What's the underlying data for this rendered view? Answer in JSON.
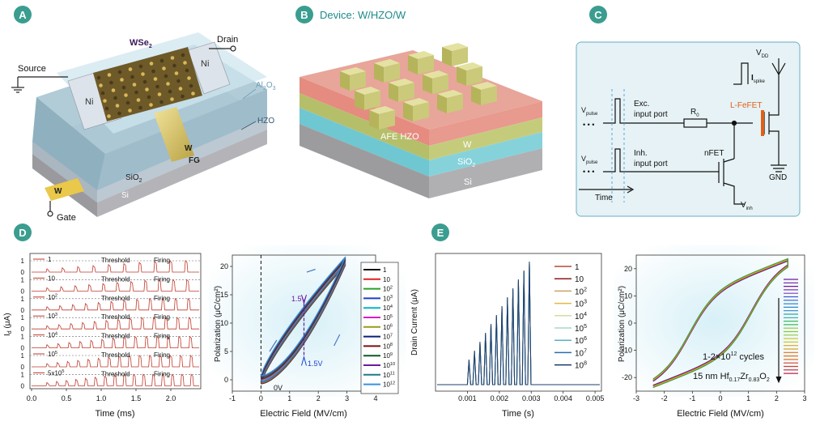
{
  "panels": {
    "a": {
      "badge": "A",
      "labels": {
        "wse2_base": "WSe",
        "wse2_sub": "2",
        "drain": "Drain",
        "source": "Source",
        "ni_left": "Ni",
        "ni_right": "Ni",
        "al2o3_base": "Al",
        "al2o3_sub1": "2",
        "al2o3_mid": "O",
        "al2o3_sub2": "3",
        "hzo": "HZO",
        "w_fg_top": "W",
        "w_fg_bottom": "FG",
        "w_gate": "W",
        "gate": "Gate",
        "sio2_base": "SiO",
        "sio2_sub": "2",
        "si": "Si"
      }
    },
    "b": {
      "badge": "B",
      "title": "Device: W/HZO/W",
      "layers": {
        "afe": "AFE HZO",
        "w": "W",
        "sio2_base": "SiO",
        "sio2_sub": "2",
        "si": "Si"
      }
    },
    "c": {
      "badge": "C",
      "labels": {
        "vdd_base": "V",
        "vdd_sub": "DD",
        "ispike_base": "I",
        "ispike_sub": "spike",
        "lfefet": "L-FeFET",
        "r0_base": "R",
        "r0_sub": "0",
        "vpulse1_base": "V",
        "vpulse1_sub": "pulse",
        "exc_line1": "Exc.",
        "exc_line2": "input port",
        "vpulse2_base": "V",
        "vpulse2_sub": "pulse",
        "inh_line1": "Inh.",
        "inh_line2": "input port",
        "nfet": "nFET",
        "gnd": "GND",
        "vinh_base": "V",
        "vinh_sub": "inh",
        "time": "Time",
        "dots": "• • •"
      }
    },
    "d": {
      "badge": "D",
      "stack": {
        "ylabel_base": "I",
        "ylabel_sub": "d",
        "ylabel_unit": " (μA)",
        "xlabel": "Time (ms)",
        "xticks": [
          "0.0",
          "0.5",
          "1.0",
          "1.5",
          "2.0"
        ],
        "ytick_one": "1",
        "ytick_zero": "0",
        "threshold": "Threshold",
        "firing": "Firing",
        "rows": [
          {
            "base": "1",
            "sup": ""
          },
          {
            "base": "10",
            "sup": ""
          },
          {
            "base": "10",
            "sup": "2"
          },
          {
            "base": "10",
            "sup": "3"
          },
          {
            "base": "10",
            "sup": "4"
          },
          {
            "base": "10",
            "sup": "5"
          },
          {
            "base": "5x10",
            "sup": "5"
          }
        ]
      },
      "loop": {
        "xlabel": "Electric Field (MV/cm)",
        "ylabel": "Polarization (μC/cm²)",
        "xticks": [
          "-1",
          "0",
          "1",
          "2",
          "3",
          "4"
        ],
        "yticks": [
          "0",
          "5",
          "10",
          "15",
          "20"
        ],
        "ann_15_top": "1.5V",
        "ann_15_bot": "1.5V",
        "ann_0v": "0V",
        "legend": [
          {
            "base": "1",
            "sup": "",
            "color": "#111111"
          },
          {
            "base": "10",
            "sup": "",
            "color": "#e02020"
          },
          {
            "base": "10",
            "sup": "2",
            "color": "#2aa02a"
          },
          {
            "base": "10",
            "sup": "3",
            "color": "#1a3fd0"
          },
          {
            "base": "10",
            "sup": "4",
            "color": "#00b7c8"
          },
          {
            "base": "10",
            "sup": "5",
            "color": "#d21fc8"
          },
          {
            "base": "10",
            "sup": "6",
            "color": "#9a9a1a"
          },
          {
            "base": "10",
            "sup": "7",
            "color": "#0a1f7a"
          },
          {
            "base": "10",
            "sup": "8",
            "color": "#7a1010"
          },
          {
            "base": "10",
            "sup": "9",
            "color": "#0b5a2a"
          },
          {
            "base": "10",
            "sup": "10",
            "color": "#6a1aa0"
          },
          {
            "base": "10",
            "sup": "11",
            "color": "#1f7a8a"
          },
          {
            "base": "10",
            "sup": "12",
            "color": "#3a8fe0"
          }
        ]
      }
    },
    "e": {
      "badge": "E",
      "current": {
        "ylabel": "Drain Current (μA)",
        "xlabel": "Time (s)",
        "xticks": [
          "0.001",
          "0.002",
          "0.003",
          "0.004",
          "0.005"
        ],
        "legend": [
          {
            "base": "1",
            "sup": "",
            "color": "#b5493a"
          },
          {
            "base": "10",
            "sup": "",
            "color": "#8b1a1a"
          },
          {
            "base": "10",
            "sup": "2",
            "color": "#c9a26a"
          },
          {
            "base": "10",
            "sup": "3",
            "color": "#e0b84a"
          },
          {
            "base": "10",
            "sup": "4",
            "color": "#d6dca0"
          },
          {
            "base": "10",
            "sup": "5",
            "color": "#a8d8c8"
          },
          {
            "base": "10",
            "sup": "6",
            "color": "#5ab0c8"
          },
          {
            "base": "10",
            "sup": "7",
            "color": "#2a6ea8"
          },
          {
            "base": "10",
            "sup": "8",
            "color": "#1a3a6a"
          }
        ]
      },
      "loop": {
        "ylabel": "Polarization (μC/cm²)",
        "xlabel": "Electric Field (MV/cm)",
        "xticks": [
          "-3",
          "-2",
          "-1",
          "0",
          "1",
          "2",
          "3"
        ],
        "yticks": [
          "20",
          "10",
          "0",
          "-10",
          "-20"
        ],
        "cycles_base": "1-2×10",
        "cycles_sup": "12",
        "cycles_tail": " cycles",
        "mat_a": "15 nm Hf",
        "mat_s1": "0.17",
        "mat_b": "Zr",
        "mat_s2": "0.83",
        "mat_c": "O",
        "mat_s3": "2"
      }
    }
  },
  "colors": {
    "badge": "#3a9d8f",
    "teal_title": "#1e8a8a",
    "lfefet": "#e0601a",
    "circuit_bg": "#e6f2f5",
    "circuit_border": "#7fbcd0",
    "red_trace": "#c0392b",
    "purple_ann": "#6a1aa0",
    "blue_ann": "#1a3fd0"
  }
}
